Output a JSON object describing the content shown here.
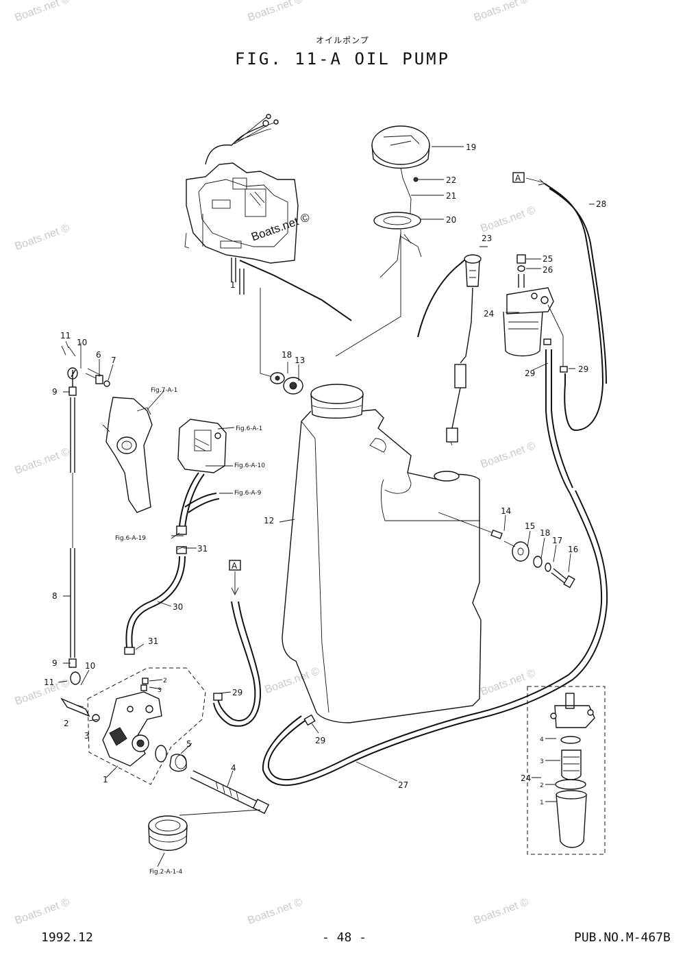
{
  "header": {
    "japanese_title": "オイルポンプ",
    "title": "FIG. 11-A OIL PUMP"
  },
  "footer": {
    "date": "1992.12",
    "page": "- 48 -",
    "pub_no": "PUB.NO.M-467B"
  },
  "watermark": "Boats.net ©",
  "watermark_main": "Boats.net ©",
  "callouts": {
    "c1a": "1",
    "c1b": "1",
    "c2a": "2",
    "c2b": "2",
    "c3a": "3",
    "c3b": "3",
    "c4": "4",
    "c5": "5",
    "c6": "6",
    "c7": "7",
    "c8": "8",
    "c9a": "9",
    "c9b": "9",
    "c10a": "10",
    "c10b": "10",
    "c11a": "11",
    "c11b": "11",
    "c12": "12",
    "c13": "13",
    "c14": "14",
    "c15": "15",
    "c16": "16",
    "c17": "17",
    "c18a": "18",
    "c18b": "18",
    "c19": "19",
    "c20": "20",
    "c21": "21",
    "c22": "22",
    "c23": "23",
    "c24a": "24",
    "c24b": "24",
    "c25": "25",
    "c26": "26",
    "c27": "27",
    "c28": "28",
    "c29a": "29",
    "c29b": "29",
    "c29c": "29",
    "c29d": "29",
    "c30": "30",
    "c31a": "31",
    "c31b": "31",
    "filter1": "1",
    "filter2": "2",
    "filter3": "3",
    "filter4": "4",
    "pump2": "2",
    "pump3": "3"
  },
  "references": {
    "fig7a1": "Fig.7-A-1",
    "fig6a1": "Fig.6-A-1",
    "fig6a10": "Fig.6-A-10",
    "fig6a9": "Fig.6-A-9",
    "fig6a19": "Fig.6-A-19",
    "fig2a14": "Fig.2-A-1-4"
  },
  "connectors": {
    "a_top": "A",
    "a_mid": "A"
  }
}
